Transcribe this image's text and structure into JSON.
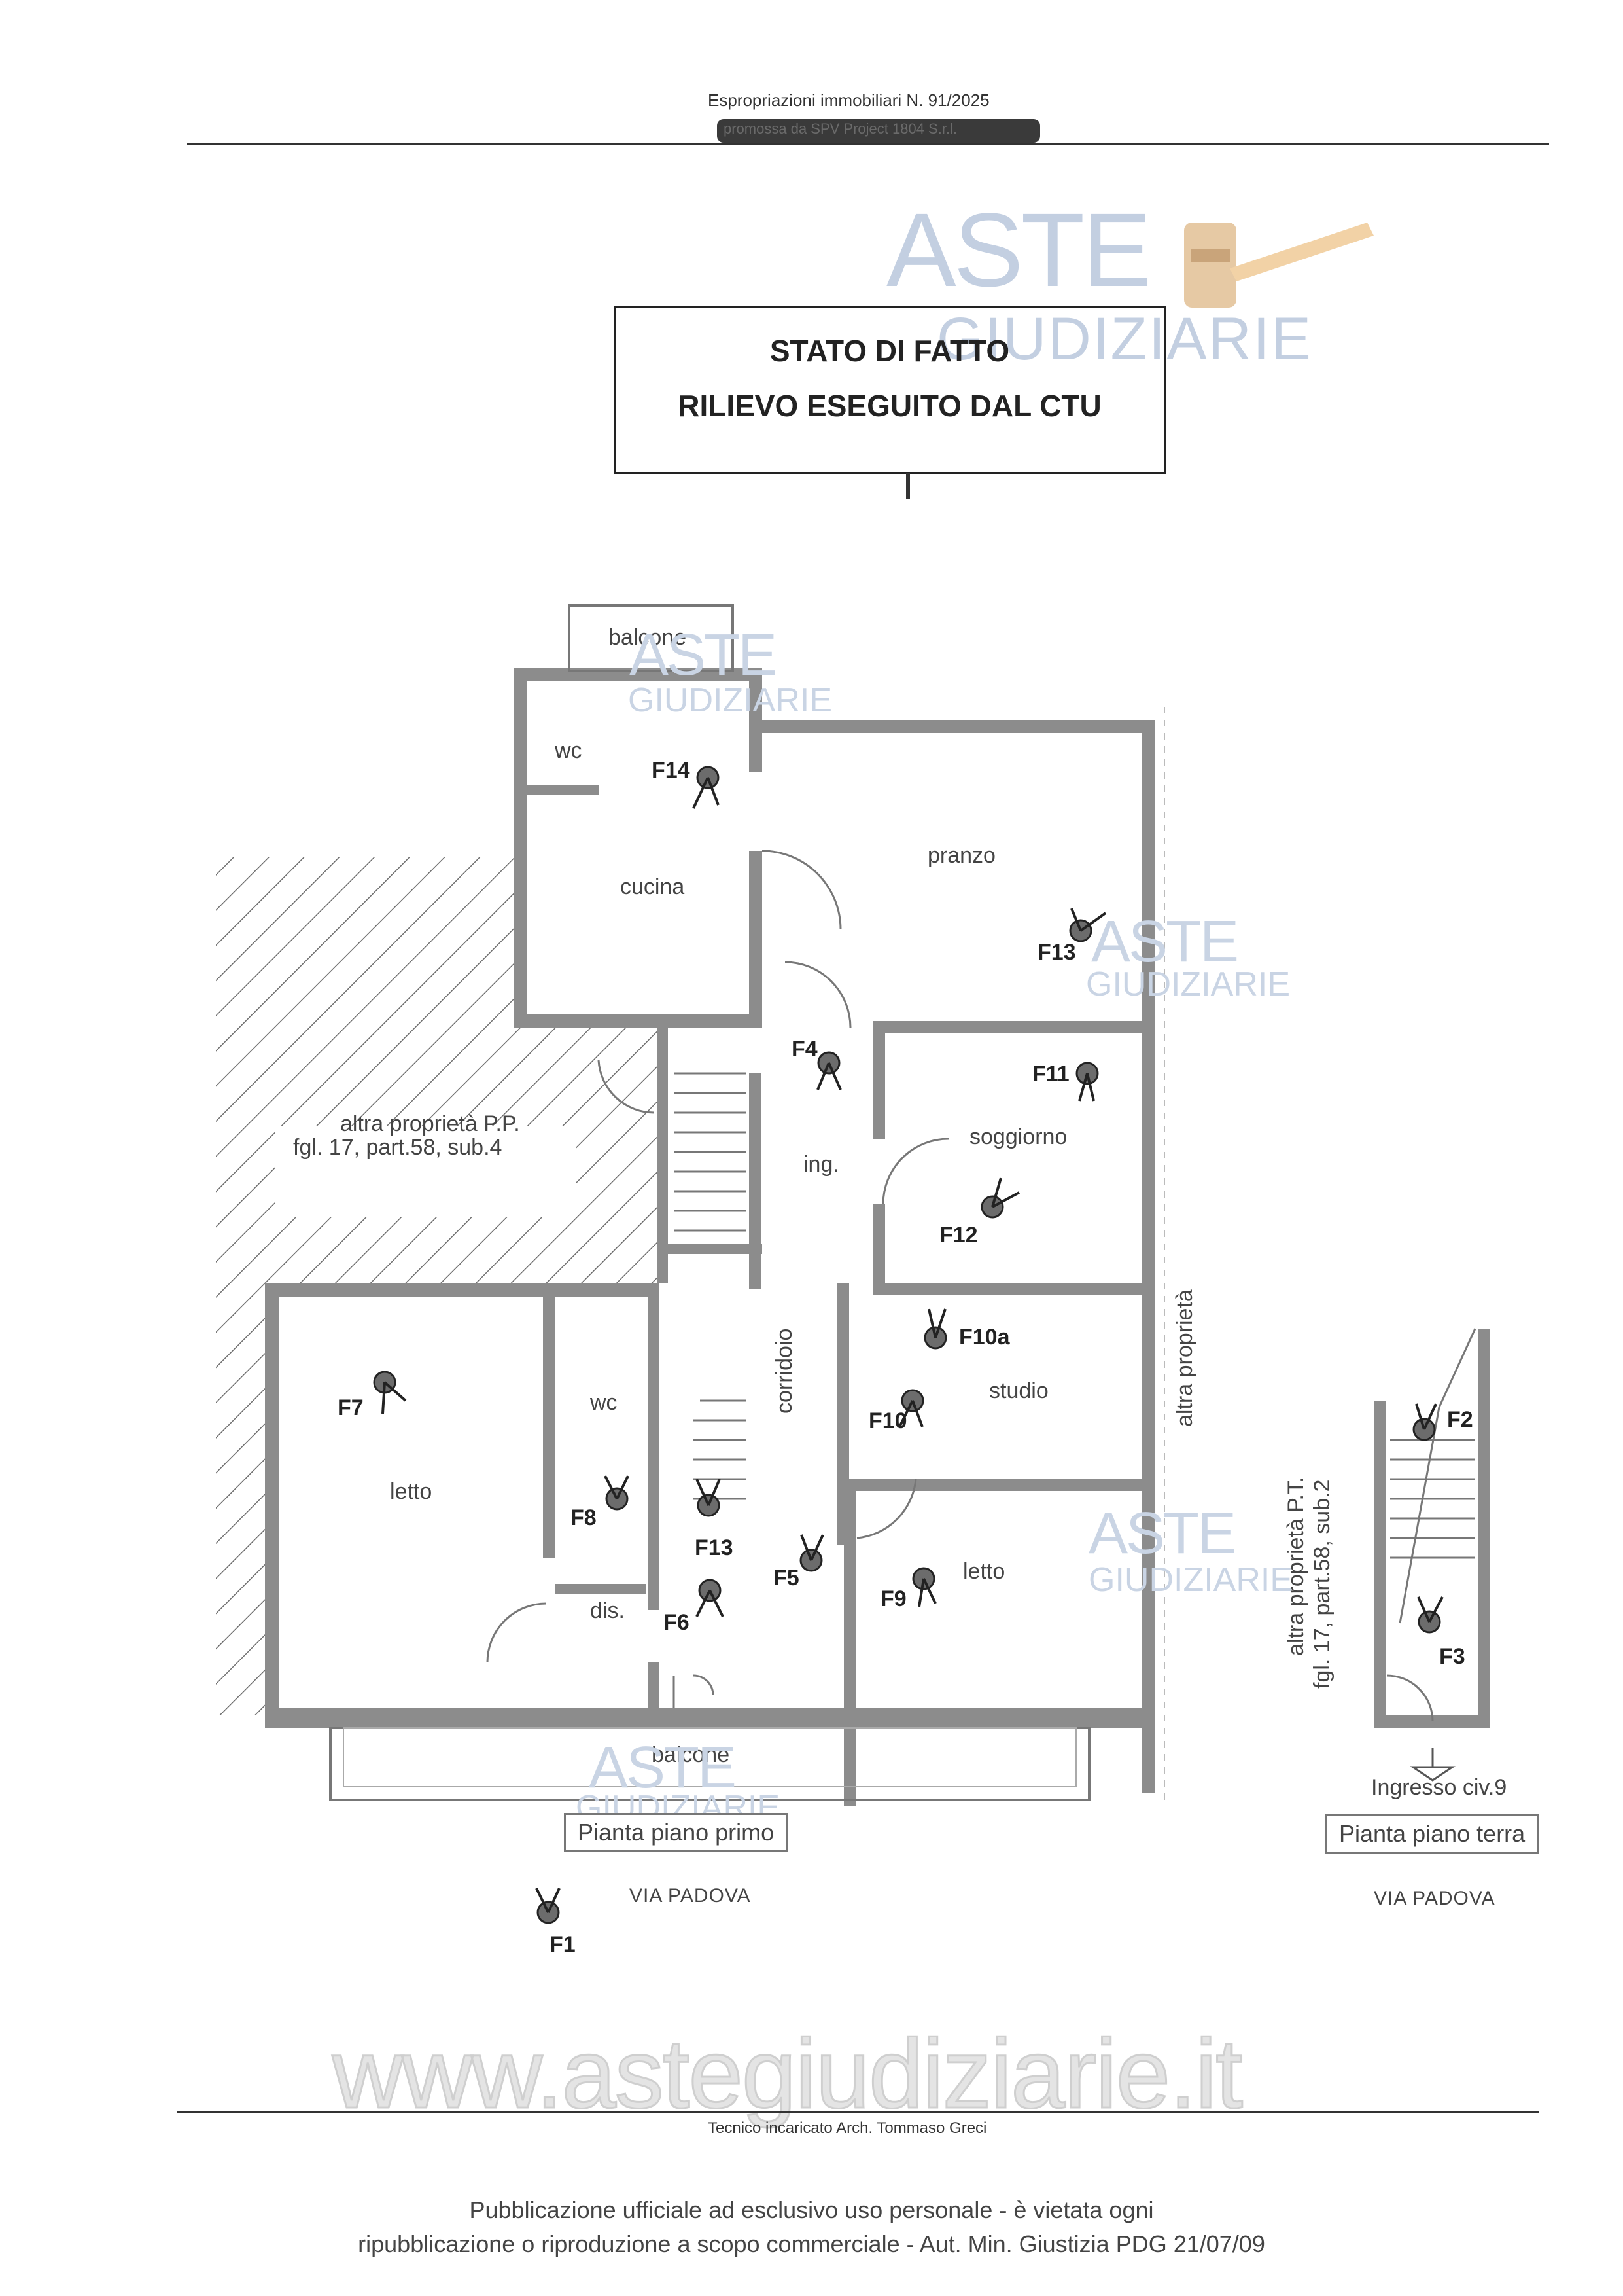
{
  "header": {
    "procedure": "Espropriazioni immobiliari N. 91/2025",
    "promoter": "promossa da SPV Project 1804 S.r.l."
  },
  "title": {
    "line1": "STATO DI FATTO",
    "line2": "RILIEVO ESEGUITO DAL CTU"
  },
  "watermark": {
    "logo_line1": "ASTE",
    "logo_line2": "GIUDIZIARIE",
    "site": "www.astegiudiziarie.it"
  },
  "plan_first": {
    "rooms": {
      "balcone_top": "balcone",
      "wc_top": "wc",
      "cucina": "cucina",
      "pranzo": "pranzo",
      "soggiorno": "soggiorno",
      "ing": "ing.",
      "studio": "studio",
      "corridoio": "corridoio",
      "letto_left": "letto",
      "wc_mid": "wc",
      "dis": "dis.",
      "letto_right": "letto",
      "balcone_bottom": "balcone"
    },
    "other_property_line1": "altra proprietà P.P.",
    "other_property_line2": "fgl. 17, part.58, sub.4",
    "other_property_side": "altra proprietà",
    "label": "Pianta piano primo",
    "street": "VIA PADOVA"
  },
  "plan_ground": {
    "other_property_line1": "altra proprietà P.T.",
    "other_property_line2": "fgl. 17, part.58, sub.2",
    "entrance": "Ingresso civ.9",
    "label": "Pianta piano terra",
    "street": "VIA PADOVA"
  },
  "photo_points": [
    "F1",
    "F2",
    "F3",
    "F4",
    "F5",
    "F6",
    "F7",
    "F8",
    "F9",
    "F10",
    "F10a",
    "F11",
    "F12",
    "F13",
    "F13",
    "F14"
  ],
  "footer": {
    "technician": "Tecnico incaricato Arch. Tommaso Greci",
    "publication_line1": "Pubblicazione ufficiale ad esclusivo uso personale - è vietata ogni",
    "publication_line2": "ripubblicazione o riproduzione a scopo commerciale - Aut. Min. Giustizia PDG 21/07/09"
  },
  "colors": {
    "wall": "#8c8c8c",
    "watermark_logo": "#c3cfe1",
    "line": "#222222"
  }
}
